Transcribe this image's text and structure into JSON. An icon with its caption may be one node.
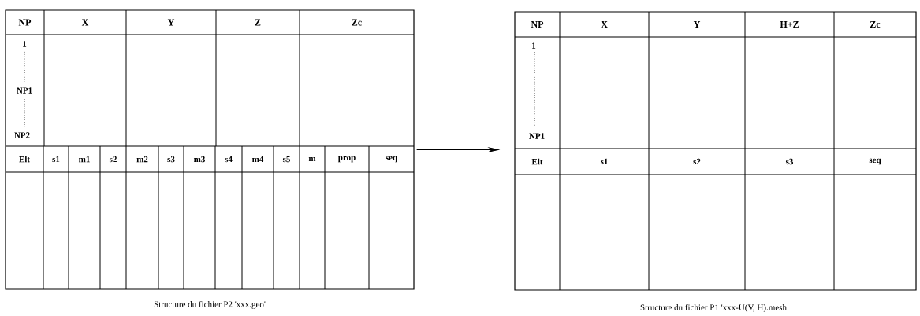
{
  "diagram": {
    "nodes": [
      {
        "text": [
          "NP",
          "X",
          "Y",
          "Z",
          "Zc",
          "1",
          "NP1",
          "NP2",
          "Elt",
          "s1",
          "m1",
          "s2",
          "m2",
          "s3",
          "m3",
          "s4",
          "m4",
          "s5",
          "m",
          "prop",
          "seq"
        ],
        "beside": [
          "Structure du fichier P2 'xxx.geo'"
        ]
      },
      {
        "text": [
          "NP",
          "X",
          "Y",
          "H+Z",
          "Zc",
          "1",
          "NP1",
          "Elt",
          "s1",
          "s2",
          "s3",
          "seq"
        ],
        "beside": [
          "Structure du fichier P1 'xxx-U(V, H).mesh"
        ]
      }
    ],
    "edges": [
      {
        "from": 0,
        "to": 1,
        "arrow": "to"
      }
    ]
  }
}
